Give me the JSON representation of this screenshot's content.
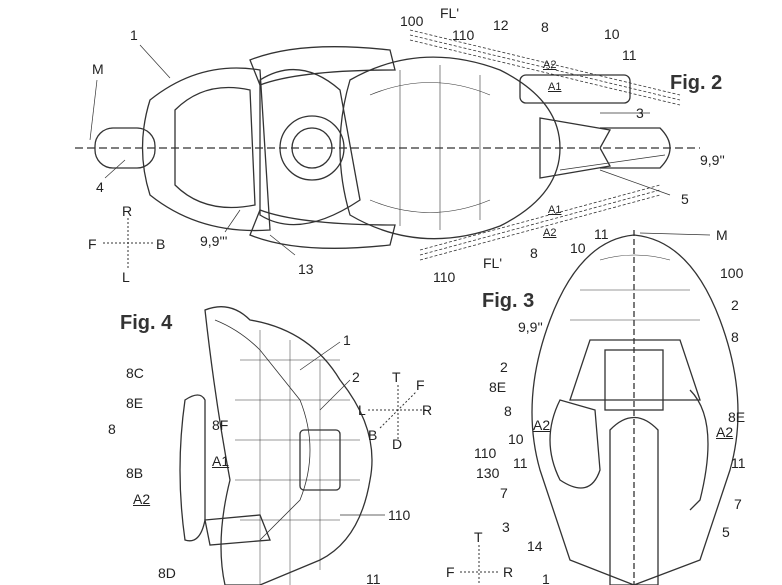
{
  "figures": {
    "fig2": {
      "title": "Fig. 2",
      "labels": {
        "l1": "1",
        "M": "M",
        "l4": "4",
        "l999": "9,9'''",
        "l13": "13",
        "l100": "100",
        "FLtop": "FL'",
        "l110top": "110",
        "l12": "12",
        "l8top": "8",
        "l10top": "10",
        "l11top": "11",
        "A2top": "A2",
        "A1top": "A1",
        "l3": "3",
        "l99": "9,9''",
        "l5": "5",
        "A1bot": "A1",
        "A2bot": "A2",
        "l11bot": "11",
        "l10bot": "10",
        "l8bot": "8",
        "FLbot": "FL'",
        "l110bot": "110"
      },
      "axes": {
        "up": "R",
        "left": "F",
        "right": "B",
        "down": "L"
      }
    },
    "fig3": {
      "title": "Fig. 3",
      "labels": {
        "M": "M",
        "l100": "100",
        "l99": "9,9''",
        "l2a": "2",
        "l2b": "2",
        "l8a": "8",
        "l8E_l": "8E",
        "l8b": "8",
        "A2l": "A2",
        "l10": "10",
        "l110": "110",
        "l11l": "11",
        "l130": "130",
        "l7l": "7",
        "l3": "3",
        "l14": "14",
        "l1": "1",
        "l8E_r": "8E",
        "A2r": "A2",
        "l11r": "11",
        "l7r": "7",
        "l5": "5"
      },
      "axes": {
        "up": "T",
        "left": "F",
        "right": "R"
      }
    },
    "fig4": {
      "title": "Fig. 4",
      "labels": {
        "l1": "1",
        "l2": "2",
        "l8C": "8C",
        "l8E": "8E",
        "l8": "8",
        "l8F": "8F",
        "A1": "A1",
        "l8B": "8B",
        "A2": "A2",
        "l110": "110",
        "l8D": "8D",
        "l11": "11"
      },
      "axes": {
        "up": "T",
        "upright": "F",
        "left": "L",
        "right": "R",
        "downleft": "B",
        "down": "D"
      }
    }
  }
}
